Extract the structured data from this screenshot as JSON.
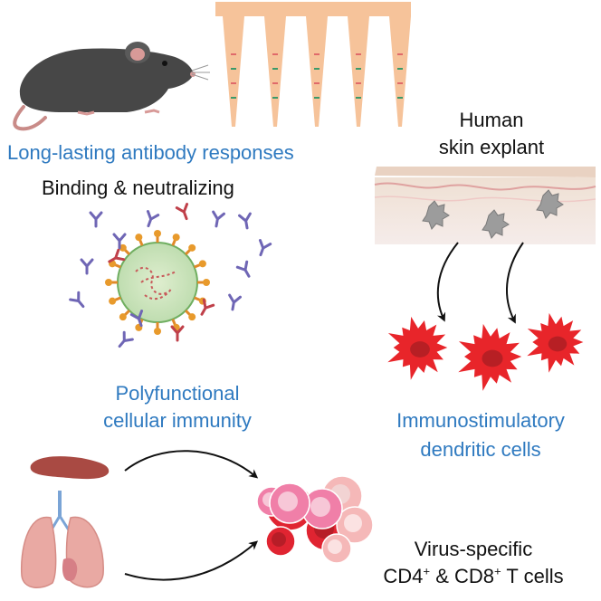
{
  "labels": {
    "antibody_title": "Long-lasting antibody responses",
    "antibody_sub": "Binding & neutralizing",
    "skin_line1": "Human",
    "skin_line2": "skin explant",
    "cellular_line1": "Polyfunctional",
    "cellular_line2": "cellular immunity",
    "dc_line1": "Immunostimulatory",
    "dc_line2": "dendritic cells",
    "tcell_line1": "Virus-specific",
    "tcell_cd4": "CD4",
    "tcell_amp": " & CD8",
    "tcell_tail": " T cells",
    "plus": "+"
  },
  "colors": {
    "accent_blue": "#2f7ac0",
    "text_black": "#111111",
    "mouse": "#4a4a4a",
    "microneedle": "#f6c39a",
    "dendritic_cell": "#e8252a",
    "tcell_pink": "#f07fa8",
    "tcell_red": "#e02431",
    "spleen": "#a94a43",
    "lung": "#e9a9a3",
    "antibody": "#6f66b5"
  },
  "icons": [
    "mouse-icon",
    "microneedle-patch-icon",
    "virus-icon",
    "antibody-icon",
    "skin-explant-icon",
    "dendritic-cell-icon",
    "spleen-icon",
    "lungs-icon",
    "t-cell-cluster-icon",
    "arrow-icon"
  ]
}
